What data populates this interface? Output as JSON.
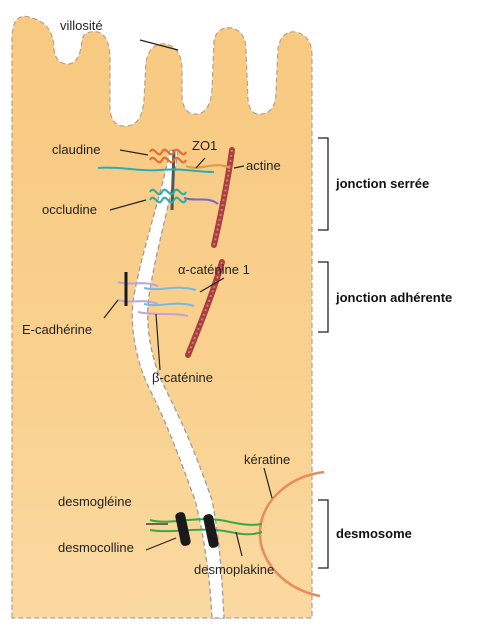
{
  "labels": {
    "villosite": "villosité",
    "claudine": "claudine",
    "zo1": "ZO1",
    "actine": "actine",
    "occludine": "occludine",
    "alpha_catenine": "α-caténine 1",
    "e_cadherine": "E-cadhérine",
    "beta_catenine": "β-caténine",
    "keratine": "kératine",
    "desmogleine": "desmogléine",
    "desmocolline": "desmocolline",
    "desmoplakine": "desmoplakine"
  },
  "groups": {
    "tight": "jonction serrée",
    "adherens": "jonction adhérente",
    "desmosome": "desmosome"
  },
  "colors": {
    "cell": "#f8cc85",
    "membrane": "#a3a3a3",
    "gap": "#ffffff",
    "actin": "#a93f3f",
    "claudin": "#e66a2c",
    "occludin": "#28b0ad",
    "zo1": "#e09b4a",
    "cadherin": "#b9a6de",
    "catenin": "#7fb6df",
    "desmo_protein": "#38a845",
    "plaque": "#1a1a1a",
    "keratin": "#e88a5a"
  }
}
